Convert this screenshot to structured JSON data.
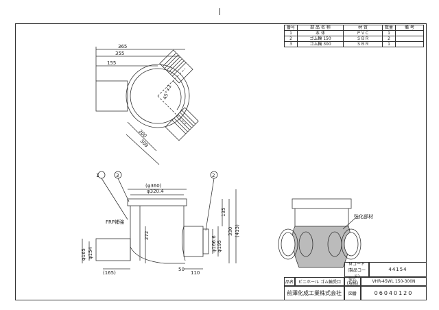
{
  "parts_table": {
    "headers": [
      "番号",
      "部 品 名 称",
      "材 質",
      "数量",
      "備 考"
    ],
    "rows": [
      [
        "1",
        "本 体",
        "ＰＶＣ",
        "1",
        ""
      ],
      [
        "2",
        "ゴム輪 150",
        "ＳＢＲ",
        "2",
        ""
      ],
      [
        "3",
        "ゴム輪 300",
        "ＳＢＲ",
        "1",
        ""
      ]
    ]
  },
  "top_view": {
    "dims": [
      "365",
      "355",
      "155",
      "45°×2",
      "200",
      "309"
    ]
  },
  "side_view": {
    "callouts": [
      "1",
      "3",
      "2"
    ],
    "dims": [
      "(φ360)",
      "φ320.4",
      "272",
      "135",
      "330",
      "(413)",
      "φ166.6",
      "φ195",
      "φ165",
      "φ154",
      "(165)",
      "50",
      "110"
    ],
    "label_frp": "FRP補強"
  },
  "section_view": {
    "label": "強化部材"
  },
  "title_block": {
    "m_code_label": "Ｍコード\n(製品コード)",
    "m_code_value": "44154",
    "name_label": "品名",
    "name_value": "ビニホール ゴム輪受口",
    "model_label": "型式\n(規格)",
    "model_value": "VHR-45WL 150-300N",
    "company": "前澤化成工業株式会社",
    "drawing_no_label": "図番",
    "drawing_no_value": "06040120"
  }
}
